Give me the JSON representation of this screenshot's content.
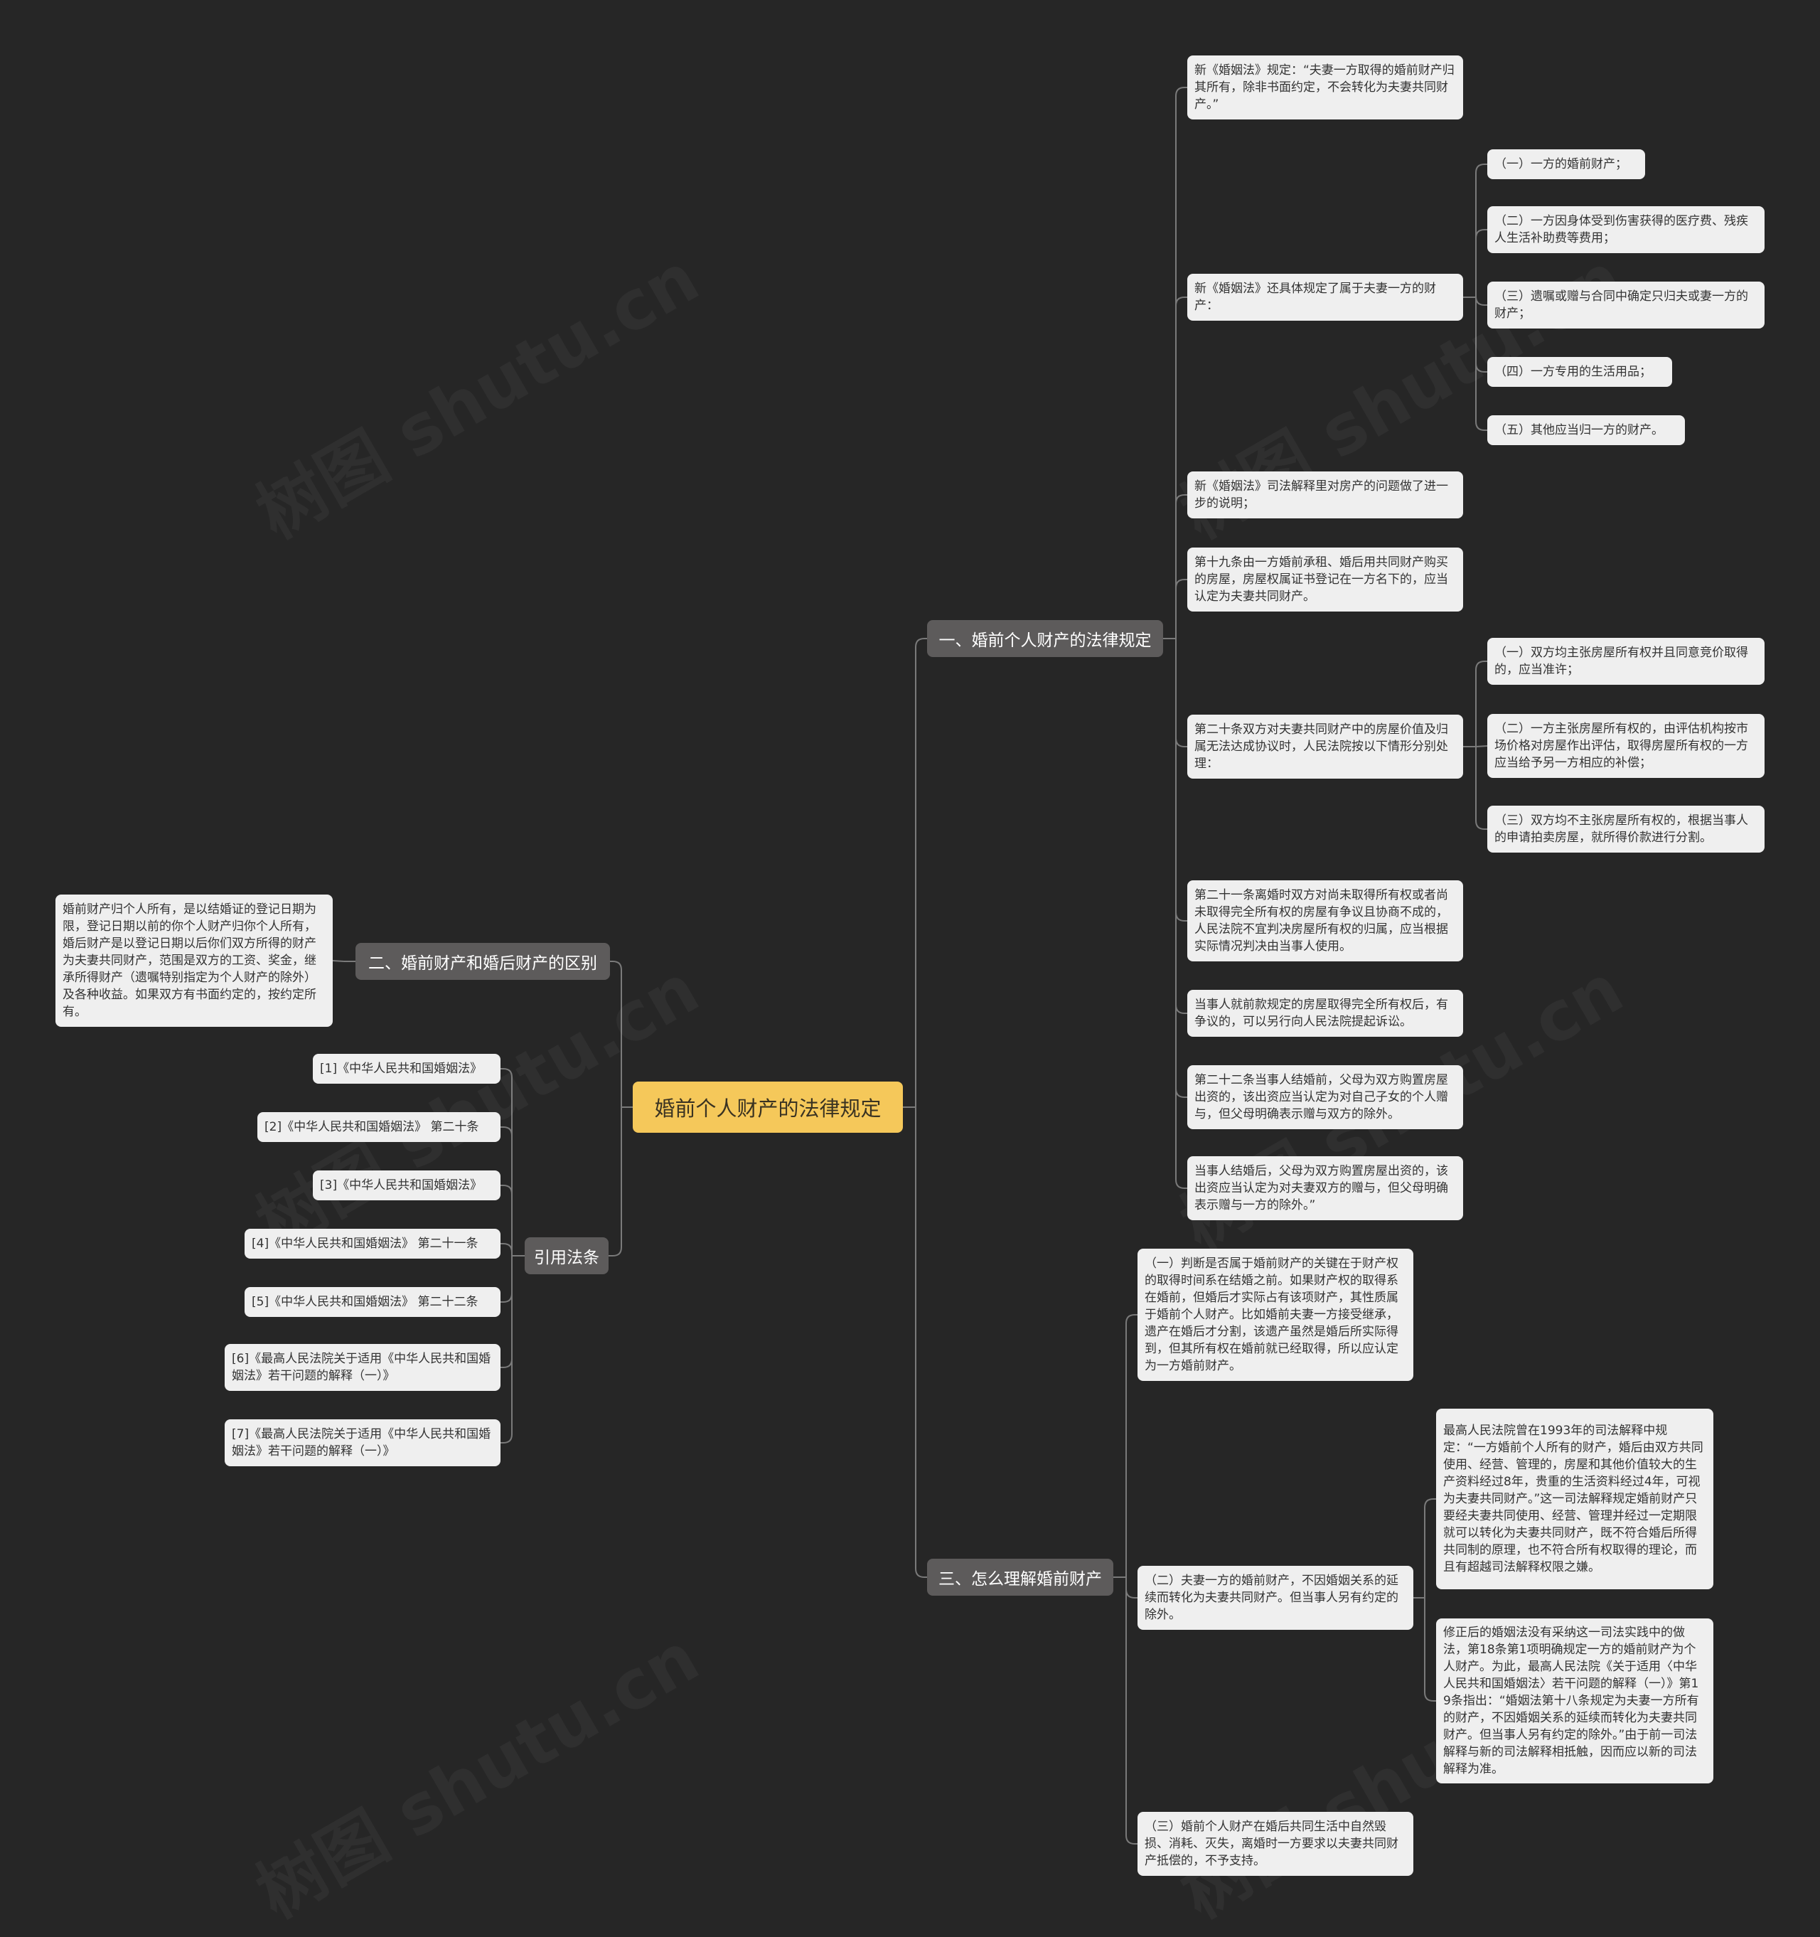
{
  "root": "婚前个人财产的法律规定",
  "branch1": {
    "label": "一、婚前个人财产的法律规定",
    "items": [
      "新《婚姻法》规定：“夫妻一方取得的婚前财产归其所有，除非书面约定，不会转化为夫妻共同财产。”",
      "新《婚姻法》还具体规定了属于夫妻一方的财产：",
      "新《婚姻法》司法解释里对房产的问题做了进一步的说明；",
      "第十九条由一方婚前承租、婚后用共同财产购买的房屋，房屋权属证书登记在一方名下的，应当认定为夫妻共同财产。",
      "第二十条双方对夫妻共同财产中的房屋价值及归属无法达成协议时，人民法院按以下情形分别处理：",
      "第二十一条离婚时双方对尚未取得所有权或者尚未取得完全所有权的房屋有争议且协商不成的，人民法院不宜判决房屋所有权的归属，应当根据实际情况判决由当事人使用。",
      "当事人就前款规定的房屋取得完全所有权后，有争议的，可以另行向人民法院提起诉讼。",
      "第二十二条当事人结婚前，父母为双方购置房屋出资的，该出资应当认定为对自己子女的个人赠与，但父母明确表示赠与双方的除外。",
      "当事人结婚后，父母为双方购置房屋出资的，该出资应当认定为对夫妻双方的赠与，但父母明确表示赠与一方的除外。”"
    ],
    "sub_property": [
      "（一）一方的婚前财产；",
      "（二）一方因身体受到伤害获得的医疗费、残疾人生活补助费等费用；",
      "（三）遗嘱或赠与合同中确定只归夫或妻一方的财产；",
      "（四）一方专用的生活用品；",
      "（五）其他应当归一方的财产。"
    ],
    "sub_house": [
      "（一）双方均主张房屋所有权并且同意竞价取得的，应当准许；",
      "（二）一方主张房屋所有权的，由评估机构按市场价格对房屋作出评估，取得房屋所有权的一方应当给予另一方相应的补偿；",
      "（三）双方均不主张房屋所有权的，根据当事人的申请拍卖房屋，就所得价款进行分割。"
    ]
  },
  "branch2": {
    "label": "二、婚前财产和婚后财产的区别",
    "items": [
      "婚前财产归个人所有，是以结婚证的登记日期为限，登记日期以前的你个人财产归你个人所有，婚后财产是以登记日期以后你们双方所得的财产为夫妻共同财产，范围是双方的工资、奖金，继承所得财产（遗嘱特别指定为个人财产的除外）及各种收益。如果双方有书面约定的，按约定所有。"
    ]
  },
  "branch3": {
    "label": "三、怎么理解婚前财产",
    "items": [
      "（一）判断是否属于婚前财产的关键在于财产权的取得时间系在结婚之前。如果财产权的取得系在婚前，但婚后才实际占有该项财产，其性质属于婚前个人财产。比如婚前夫妻一方接受继承，遗产在婚后才分割，该遗产虽然是婚后所实际得到，但其所有权在婚前就已经取得，所以应认定为一方婚前财产。",
      "（二）夫妻一方的婚前财产，不因婚姻关系的延续而转化为夫妻共同财产。但当事人另有约定的除外。",
      "（三）婚前个人财产在婚后共同生活中自然毁损、消耗、灭失，离婚时一方要求以夫妻共同财产抵偿的，不予支持。"
    ],
    "sub_items": [
      "最高人民法院曾在1993年的司法解释中规定：“一方婚前个人所有的财产，婚后由双方共同使用、经营、管理的，房屋和其他价值较大的生产资料经过8年，贵重的生活资料经过4年，可视为夫妻共同财产。”这一司法解释规定婚前财产只要经夫妻共同使用、经营、管理并经过一定期限就可以转化为夫妻共同财产，既不符合婚后所得共同制的原理，也不符合所有权取得的理论，而且有超越司法解释权限之嫌。",
      "修正后的婚姻法没有采纳这一司法实践中的做法，第18条第1项明确规定一方的婚前财产为个人财产。为此，最高人民法院《关于适用〈中华人民共和国婚姻法〉若干问题的解释（一）》第19条指出：“婚姻法第十八条规定为夫妻一方所有的财产，不因婚姻关系的延续而转化为夫妻共同财产。但当事人另有约定的除外。”由于前一司法解释与新的司法解释相抵触，因而应以新的司法解释为准。"
    ]
  },
  "branch4": {
    "label": "引用法条",
    "items": [
      "[1]《中华人民共和国婚姻法》",
      "[2]《中华人民共和国婚姻法》 第二十条",
      "[3]《中华人民共和国婚姻法》",
      "[4]《中华人民共和国婚姻法》 第二十一条",
      "[5]《中华人民共和国婚姻法》 第二十二条",
      "[6]《最高人民法院关于适用《中华人民共和国婚姻法》若干问题的解释（一）》",
      "[7]《最高人民法院关于适用《中华人民共和国婚姻法》若干问题的解释（一）》"
    ]
  },
  "watermark": "树图 shutu.cn",
  "colors": {
    "background": "#262626",
    "root": "#f5c85a",
    "branch": "#5d5b5b",
    "leaf": "#efefef",
    "line": "#7a7a7a"
  }
}
